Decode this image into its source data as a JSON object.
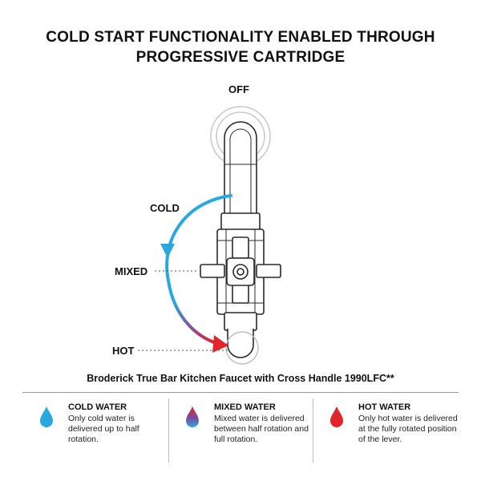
{
  "title": {
    "line1": "COLD START FUNCTIONALITY ENABLED THROUGH",
    "line2": "PROGRESSIVE CARTRIDGE"
  },
  "positions": {
    "off": "OFF",
    "cold": "COLD",
    "mixed": "MIXED",
    "hot": "HOT"
  },
  "caption": "Broderick True Bar Kitchen Faucet with Cross Handle 1990LFC**",
  "legend": [
    {
      "heading": "COLD WATER",
      "text": "Only cold water is delivered up to half rotation.",
      "icon": "cold-drop-icon",
      "color": "#29a8e0"
    },
    {
      "heading": "MIXED WATER",
      "text": "Mixed water is delivered between half rotation and full rotation.",
      "icon": "mixed-drop-icon",
      "color": "#7a4aa0"
    },
    {
      "heading": "HOT WATER",
      "text": "Only hot water is delivered at the fully rotated position of the lever.",
      "icon": "hot-drop-icon",
      "color": "#e0252b"
    }
  ],
  "colors": {
    "cold": "#29a8e0",
    "hot": "#e0252b",
    "line": "#2a2a2a"
  }
}
